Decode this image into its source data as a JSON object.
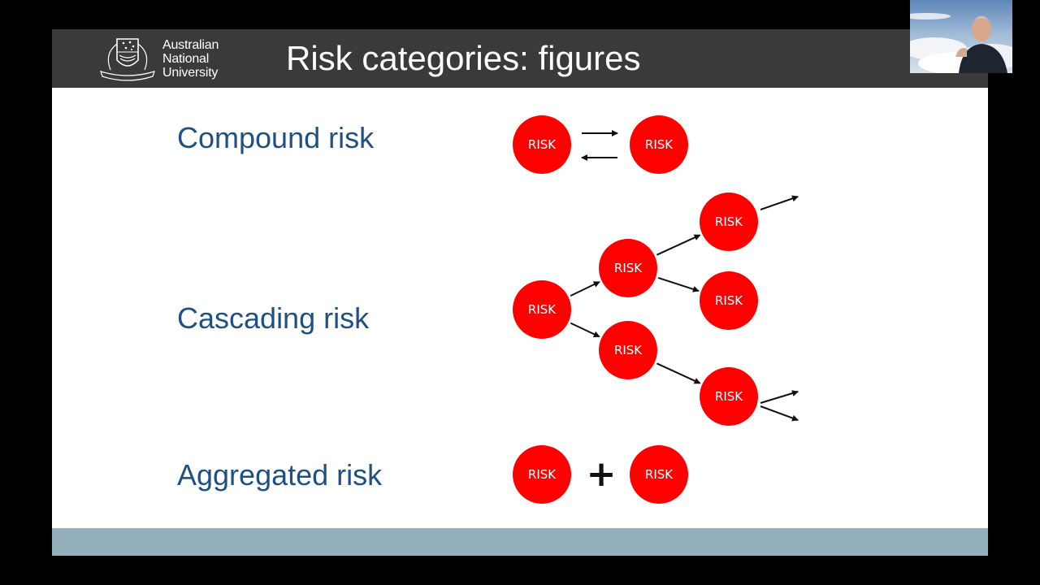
{
  "header": {
    "title": "Risk categories: figures",
    "logo_lines": [
      "Australian",
      "National",
      "University"
    ]
  },
  "categories": [
    {
      "label": "Compound risk"
    },
    {
      "label": "Cascading risk"
    },
    {
      "label": "Aggregated risk"
    }
  ],
  "node_label": "RISK",
  "aggregate_operator": "+",
  "colors": {
    "header_bg": "#3a3a3a",
    "node_fill": "#ff0000",
    "label_text": "#1f5084",
    "footer_band": "#94b0bd"
  }
}
